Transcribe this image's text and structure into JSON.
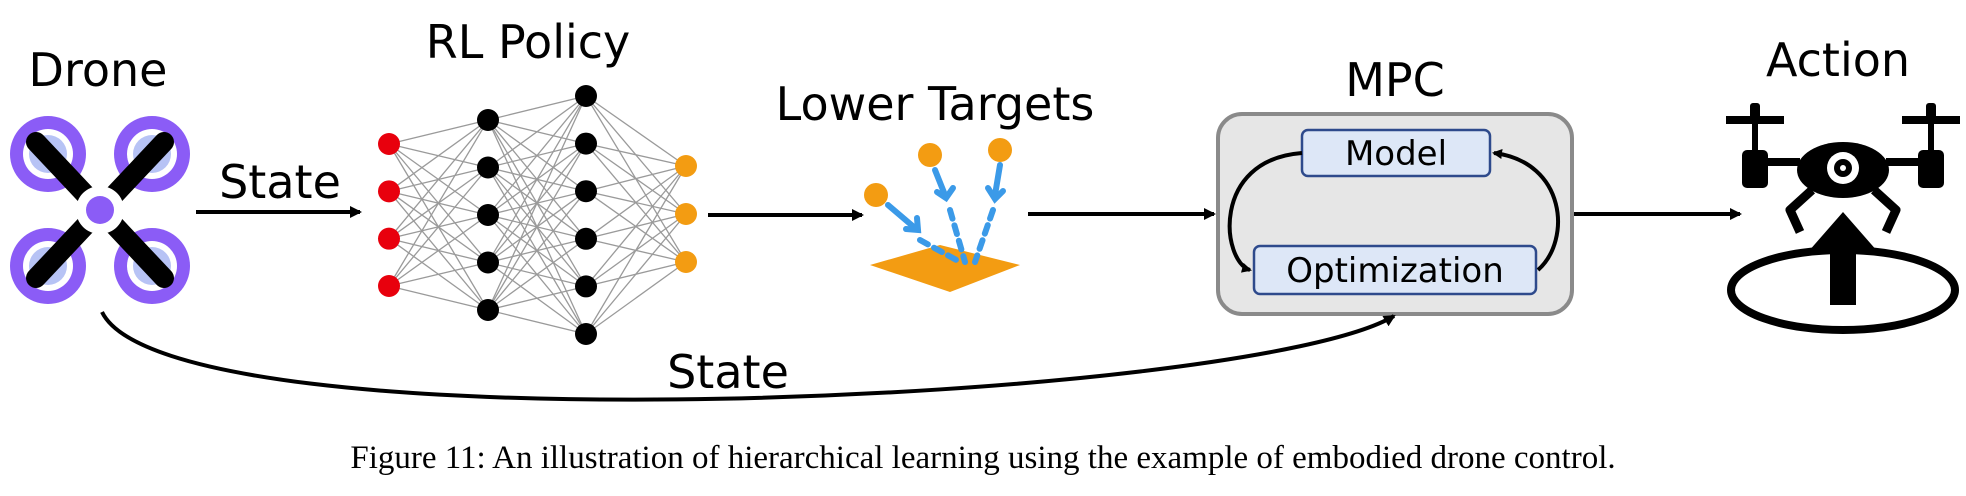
{
  "labels": {
    "drone": "Drone",
    "rl_policy": "RL Policy",
    "lower_targets": "Lower Targets",
    "mpc": "MPC",
    "action": "Action",
    "state_top": "State",
    "state_bottom": "State",
    "model": "Model",
    "optimization": "Optimization"
  },
  "caption": "Figure 11: An illustration of hierarchical learning using the example of embodied drone control.",
  "network": {
    "layers": [
      4,
      5,
      6,
      3
    ],
    "layer_colors": [
      "#e8000d",
      "#000000",
      "#000000",
      "#f39c12"
    ]
  },
  "colors": {
    "drone_ring": "#8b5cf6",
    "drone_inner": "#b7c3f5",
    "target_orange": "#f39c12",
    "target_arrow_blue": "#3b9ae8",
    "mpc_fill": "#e6e6e6",
    "mpc_stroke": "#8a8a8a",
    "subbox_fill": "#dde7f7",
    "subbox_stroke": "#2e4a8c"
  }
}
